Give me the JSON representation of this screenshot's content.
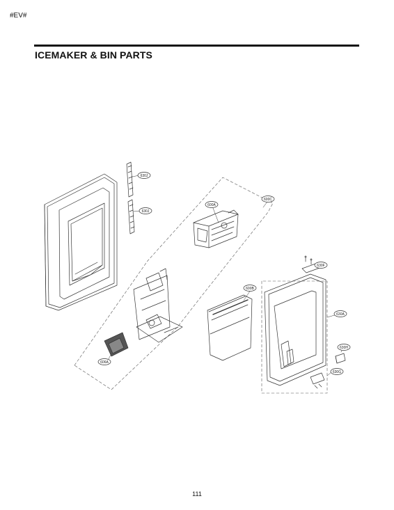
{
  "document": {
    "header_code": "#EV#",
    "title": "ICEMAKER & BIN PARTS",
    "page_number": "111"
  },
  "parts": [
    {
      "id": "630J",
      "label": "630J"
    },
    {
      "id": "630J-b",
      "label": "630J"
    },
    {
      "id": "600A",
      "label": "600A"
    },
    {
      "id": "600C",
      "label": "600C"
    },
    {
      "id": "630F",
      "label": "630F"
    },
    {
      "id": "600B",
      "label": "600B"
    },
    {
      "id": "630A",
      "label": "630A"
    },
    {
      "id": "630H",
      "label": "630H"
    },
    {
      "id": "630G",
      "label": "630G"
    },
    {
      "id": "606A",
      "label": "606A"
    }
  ]
}
